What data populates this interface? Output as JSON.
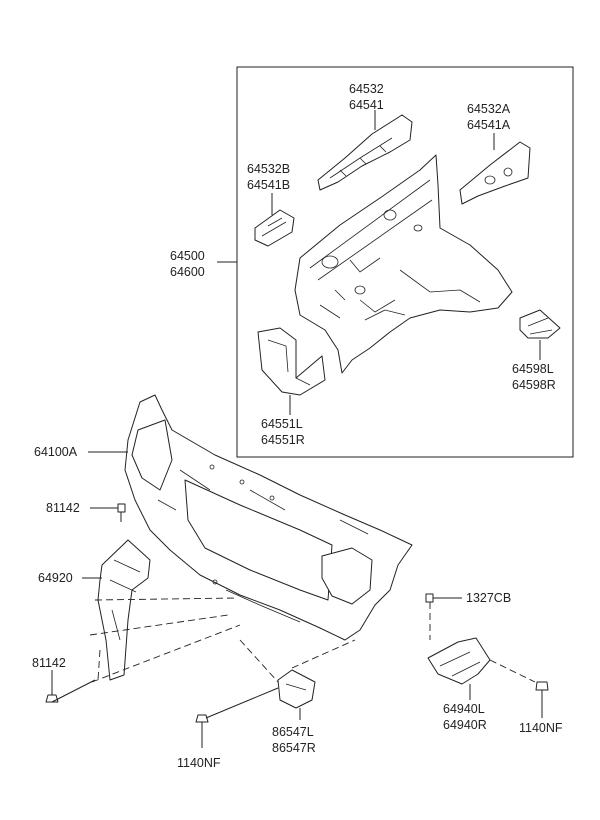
{
  "callouts": {
    "c64532": "64532",
    "c64541": "64541",
    "c64532A": "64532A",
    "c64541A": "64541A",
    "c64532B": "64532B",
    "c64541B": "64541B",
    "c64500": "64500",
    "c64600": "64600",
    "c64598L": "64598L",
    "c64598R": "64598R",
    "c64551L": "64551L",
    "c64551R": "64551R",
    "c64100A": "64100A",
    "c81142_top": "81142",
    "c64920": "64920",
    "c81142_bottom": "81142",
    "c1327CB": "1327CB",
    "c64940L": "64940L",
    "c64940R": "64940R",
    "c1140NF_right": "1140NF",
    "c86547L": "86547L",
    "c86547R": "86547R",
    "c1140NF_left": "1140NF"
  }
}
